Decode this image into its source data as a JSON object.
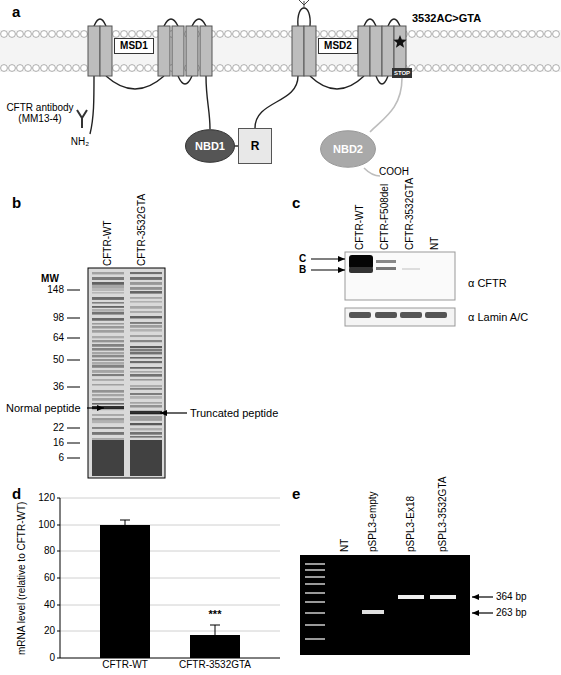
{
  "diagram": {
    "nodes": [
      {
        "text": [
          "MSD1"
        ]
      },
      {
        "text": [
          "MSD2"
        ]
      },
      {
        "text": [
          "NBD1"
        ]
      },
      {
        "text": [
          "R"
        ]
      },
      {
        "text": [
          "NBD2"
        ]
      },
      {
        "text": [
          "STOP"
        ]
      }
    ],
    "labels": [
      "a",
      "3532AC>GTA",
      "CFTR antibody (MM13-4)",
      "NH₂",
      "COOH",
      "b",
      "CFTR-WT",
      "CFTR-3532GTA",
      "MW",
      "148",
      "98",
      "64",
      "50",
      "36",
      "22",
      "16",
      "6",
      "Normal peptide",
      "Truncated peptide",
      "c",
      "CFTR-WT",
      "CFTR-F508del",
      "CFTR-3532GTA",
      "NT",
      "C",
      "B",
      "α CFTR",
      "α Lamin A/C",
      "d",
      "mRNA level (relative to CFTR-WT)",
      "0",
      "20",
      "40",
      "60",
      "80",
      "100",
      "120",
      "CFTR-WT",
      "CFTR-3532GTA",
      "***",
      "e",
      "NT",
      "pSPL3-empty",
      "pSPL3-Ex18",
      "pSPL3-3532GTA",
      "364 bp",
      "263 bp"
    ]
  }
}
